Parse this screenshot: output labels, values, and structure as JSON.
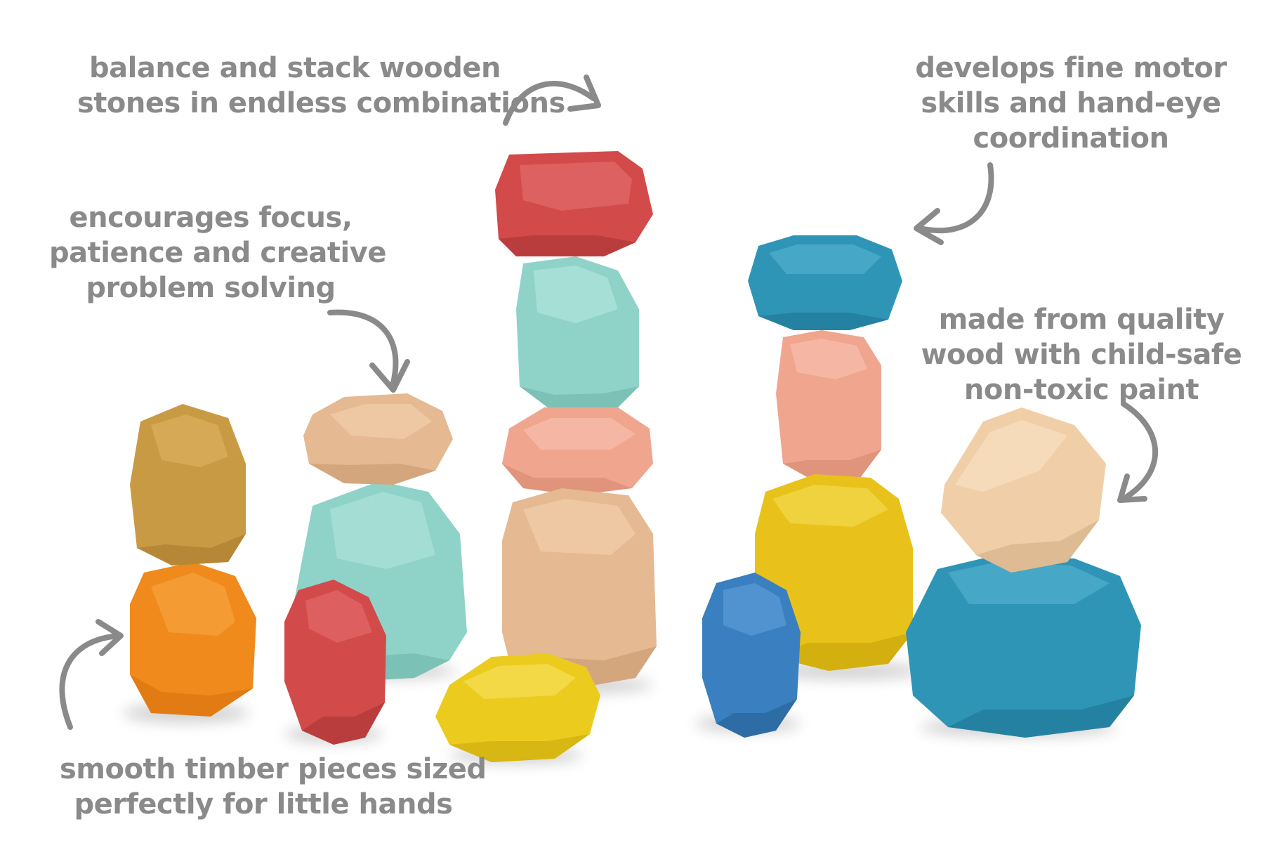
{
  "image": {
    "description_colors": {
      "background": "#ffffff",
      "caption": "#8a8a8a",
      "red": "#d24a4a",
      "mint": "#8fd3c8",
      "peach": "#f0a58f",
      "natural": "#e5b991",
      "mustard": "#c99a44",
      "orange": "#f08a1c",
      "yellow": "#eccb1f",
      "teal": "#2f95b6",
      "blue": "#3a7fc0"
    }
  },
  "captions": {
    "balance": {
      "line1": "balance and stack wooden",
      "line2": "stones in endless combinations"
    },
    "motor": {
      "line1": "develops fine motor",
      "line2": "skills and hand-eye",
      "line3": "coordination"
    },
    "focus": {
      "line1": "encourages focus,",
      "line2": "patience and creative",
      "line3": "problem solving"
    },
    "quality": {
      "line1": "made from quality",
      "line2": "wood with child-safe",
      "line3": "non-toxic paint"
    },
    "smooth": {
      "line1": "smooth timber pieces sized",
      "line2": "perfectly for little hands"
    }
  }
}
